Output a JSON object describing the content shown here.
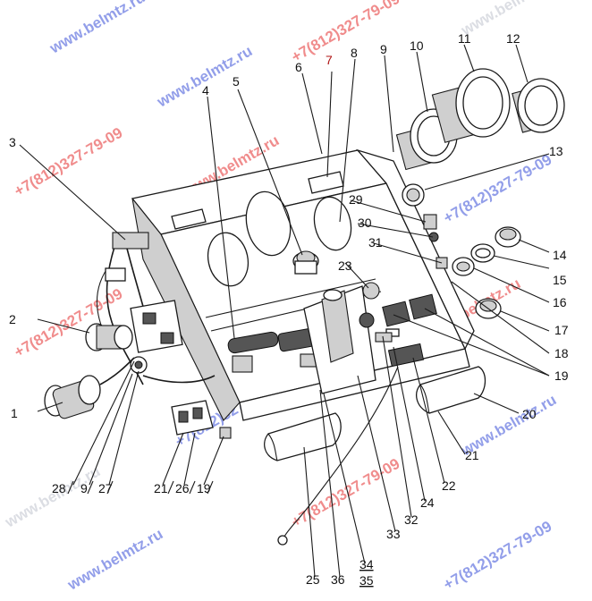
{
  "diagram": {
    "callouts": [
      {
        "id": "c1",
        "text": "1"
      },
      {
        "id": "c2",
        "text": "2"
      },
      {
        "id": "c3",
        "text": "3"
      },
      {
        "id": "c4",
        "text": "4"
      },
      {
        "id": "c5",
        "text": "5"
      },
      {
        "id": "c6",
        "text": "6"
      },
      {
        "id": "c7",
        "text": "7"
      },
      {
        "id": "c8",
        "text": "8"
      },
      {
        "id": "c9a",
        "text": "9"
      },
      {
        "id": "c10",
        "text": "10"
      },
      {
        "id": "c11",
        "text": "11"
      },
      {
        "id": "c12",
        "text": "12"
      },
      {
        "id": "c13",
        "text": "13"
      },
      {
        "id": "c14",
        "text": "14"
      },
      {
        "id": "c15",
        "text": "15"
      },
      {
        "id": "c16",
        "text": "16"
      },
      {
        "id": "c17",
        "text": "17"
      },
      {
        "id": "c18",
        "text": "18"
      },
      {
        "id": "c19a",
        "text": "19"
      },
      {
        "id": "c20",
        "text": "20"
      },
      {
        "id": "c21a",
        "text": "21"
      },
      {
        "id": "c22",
        "text": "22"
      },
      {
        "id": "c23",
        "text": "23"
      },
      {
        "id": "c24",
        "text": "24"
      },
      {
        "id": "c25",
        "text": "25"
      },
      {
        "id": "c26",
        "text": "26"
      },
      {
        "id": "c27",
        "text": "27"
      },
      {
        "id": "c28",
        "text": "28"
      },
      {
        "id": "c29",
        "text": "29"
      },
      {
        "id": "c30",
        "text": "30"
      },
      {
        "id": "c31",
        "text": "31"
      },
      {
        "id": "c32",
        "text": "32"
      },
      {
        "id": "c33",
        "text": "33"
      },
      {
        "id": "c34",
        "text": "34"
      },
      {
        "id": "c35",
        "text": "35"
      },
      {
        "id": "c36",
        "text": "36"
      },
      {
        "id": "c9b",
        "text": "9"
      },
      {
        "id": "c21b",
        "text": "21"
      },
      {
        "id": "c19b",
        "text": "19"
      }
    ],
    "highlight_color": "#b01515"
  },
  "watermarks": {
    "site": "www.belmtz.ru",
    "phone": "+7(812)327-79-09"
  }
}
